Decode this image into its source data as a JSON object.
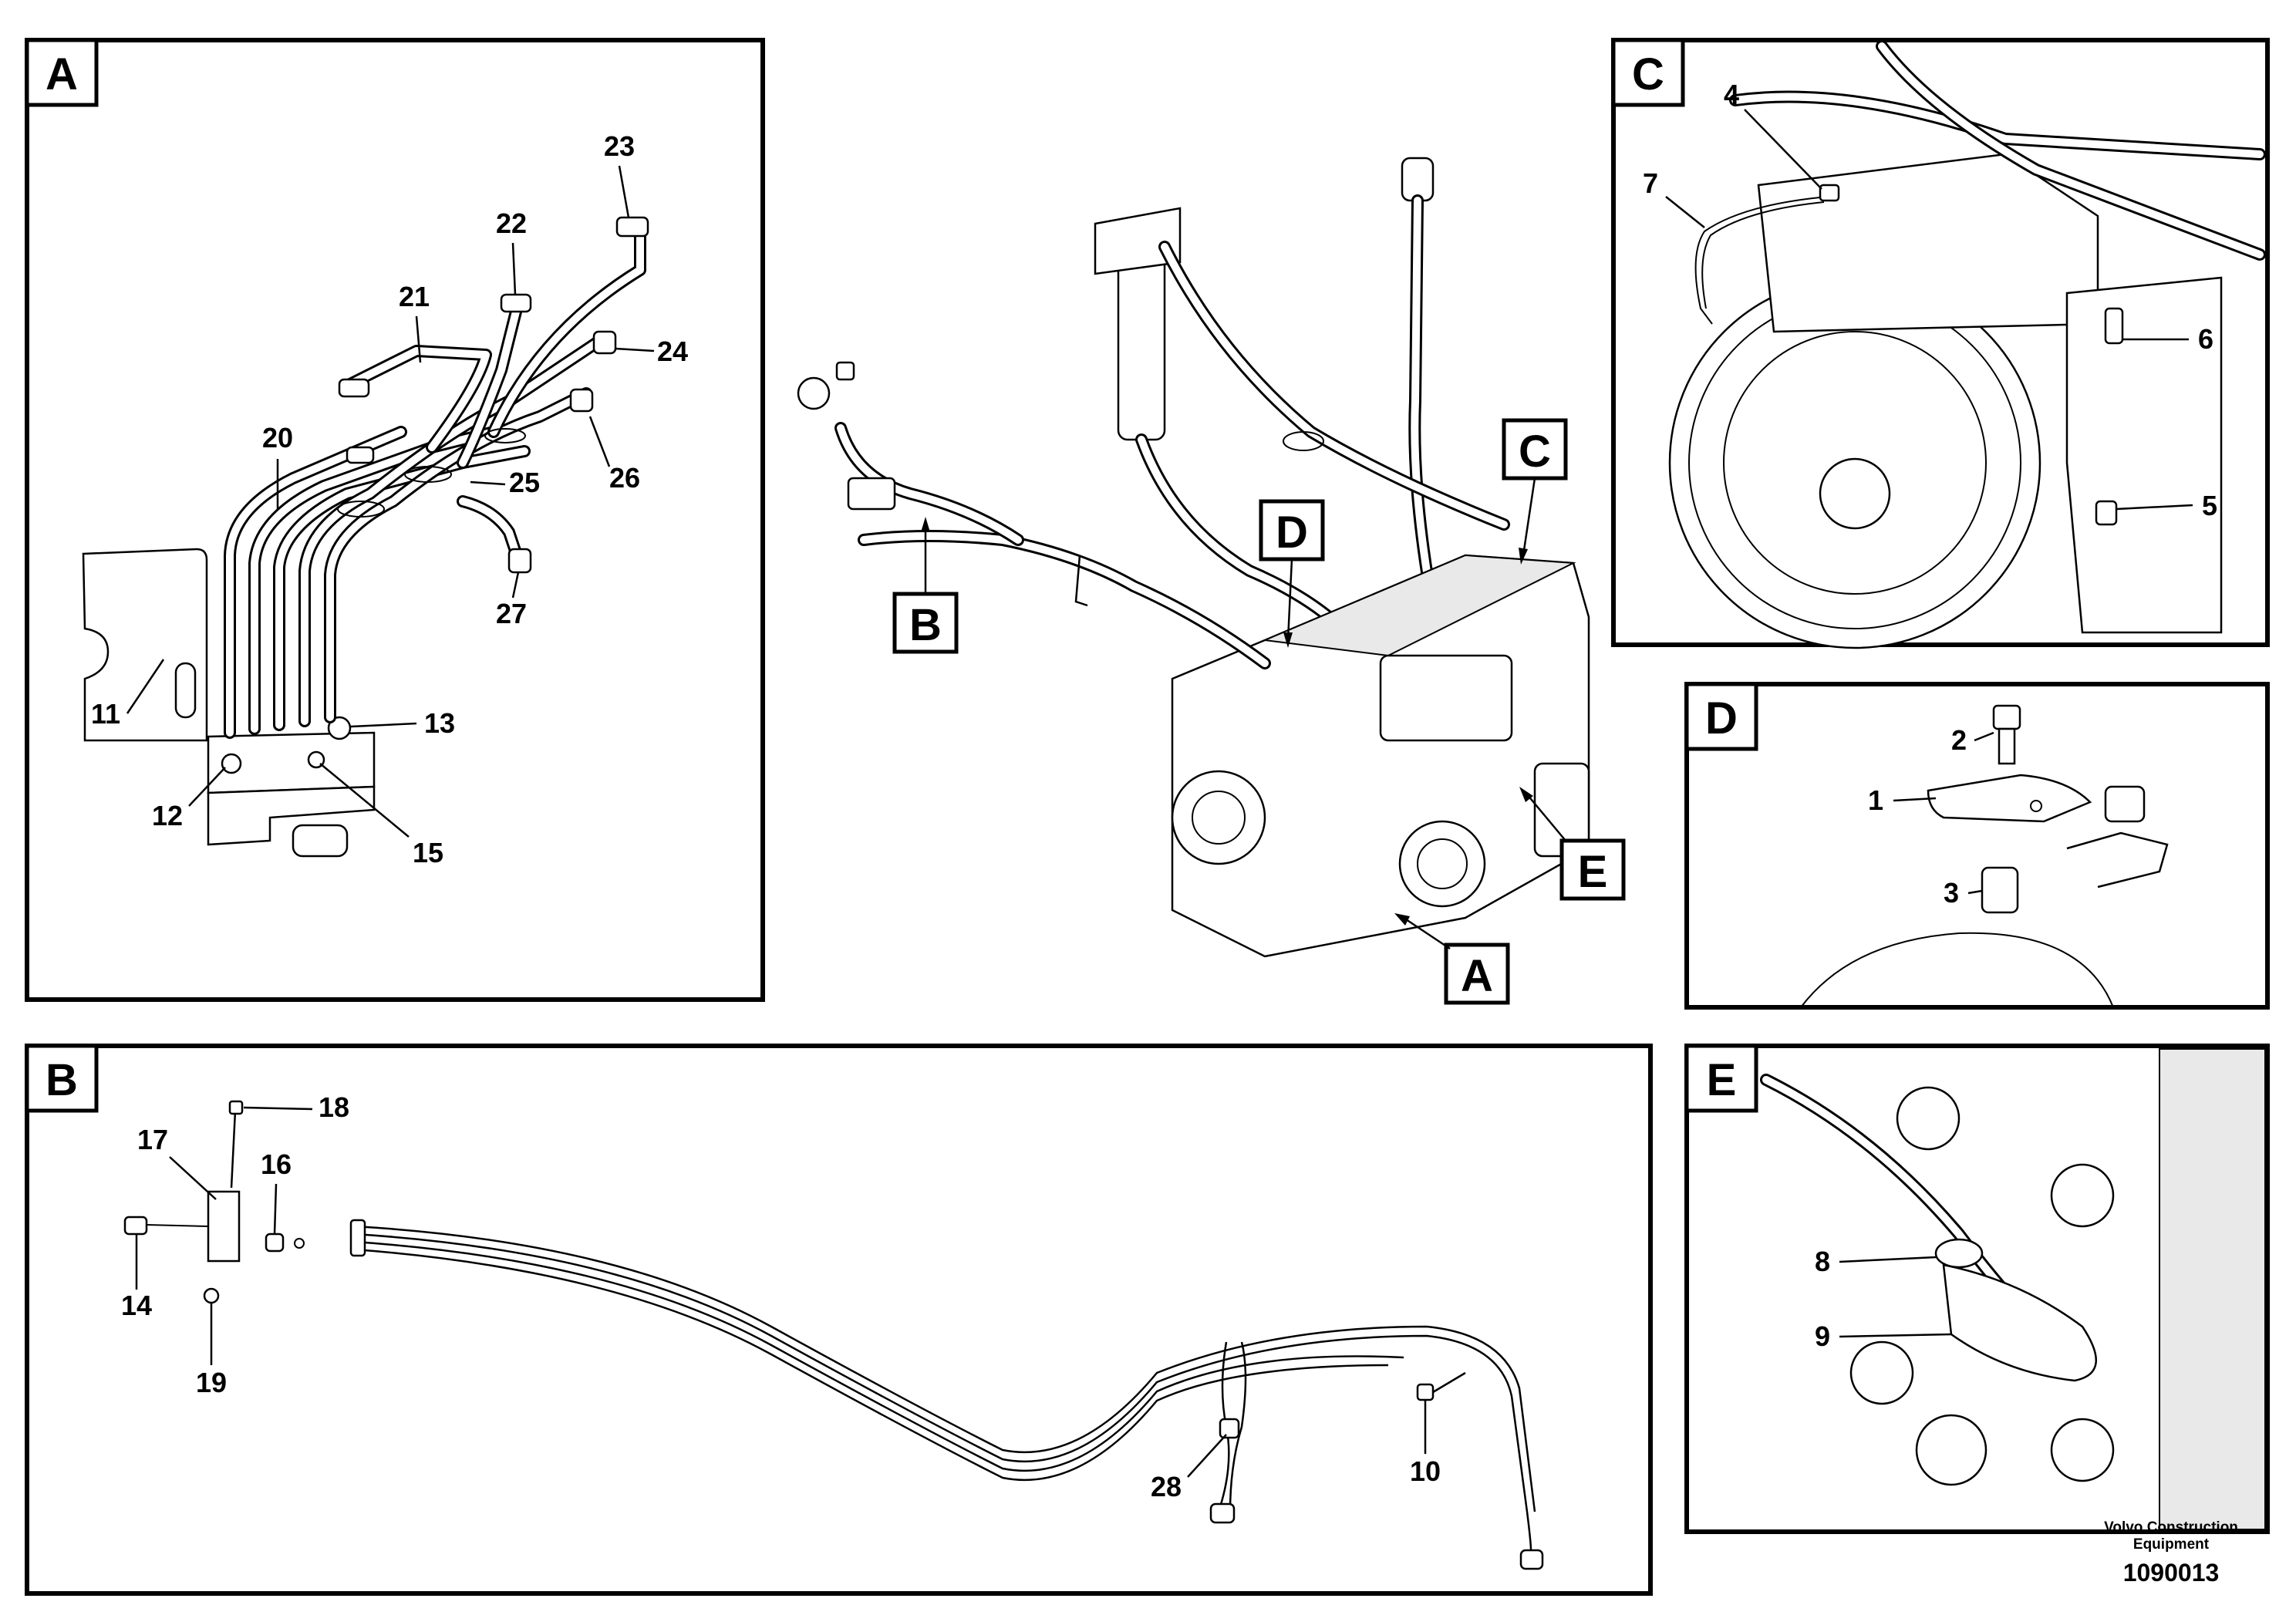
{
  "panels": {
    "A": {
      "label": "A",
      "callouts": [
        "23",
        "22",
        "21",
        "24",
        "20",
        "25",
        "26",
        "27",
        "11",
        "13",
        "12",
        "15"
      ]
    },
    "B": {
      "label": "B",
      "callouts": [
        "18",
        "17",
        "16",
        "14",
        "19",
        "28",
        "10"
      ]
    },
    "C": {
      "label": "C",
      "callouts": [
        "4",
        "7",
        "6",
        "5"
      ]
    },
    "D": {
      "label": "D",
      "callouts": [
        "2",
        "1",
        "3"
      ]
    },
    "E": {
      "label": "E",
      "callouts": [
        "8",
        "9"
      ]
    }
  },
  "overview_tags": [
    "D",
    "C",
    "B",
    "E",
    "A"
  ],
  "footer": {
    "brand_line1": "Volvo Construction",
    "brand_line2": "Equipment",
    "doc_number": "1090013"
  }
}
